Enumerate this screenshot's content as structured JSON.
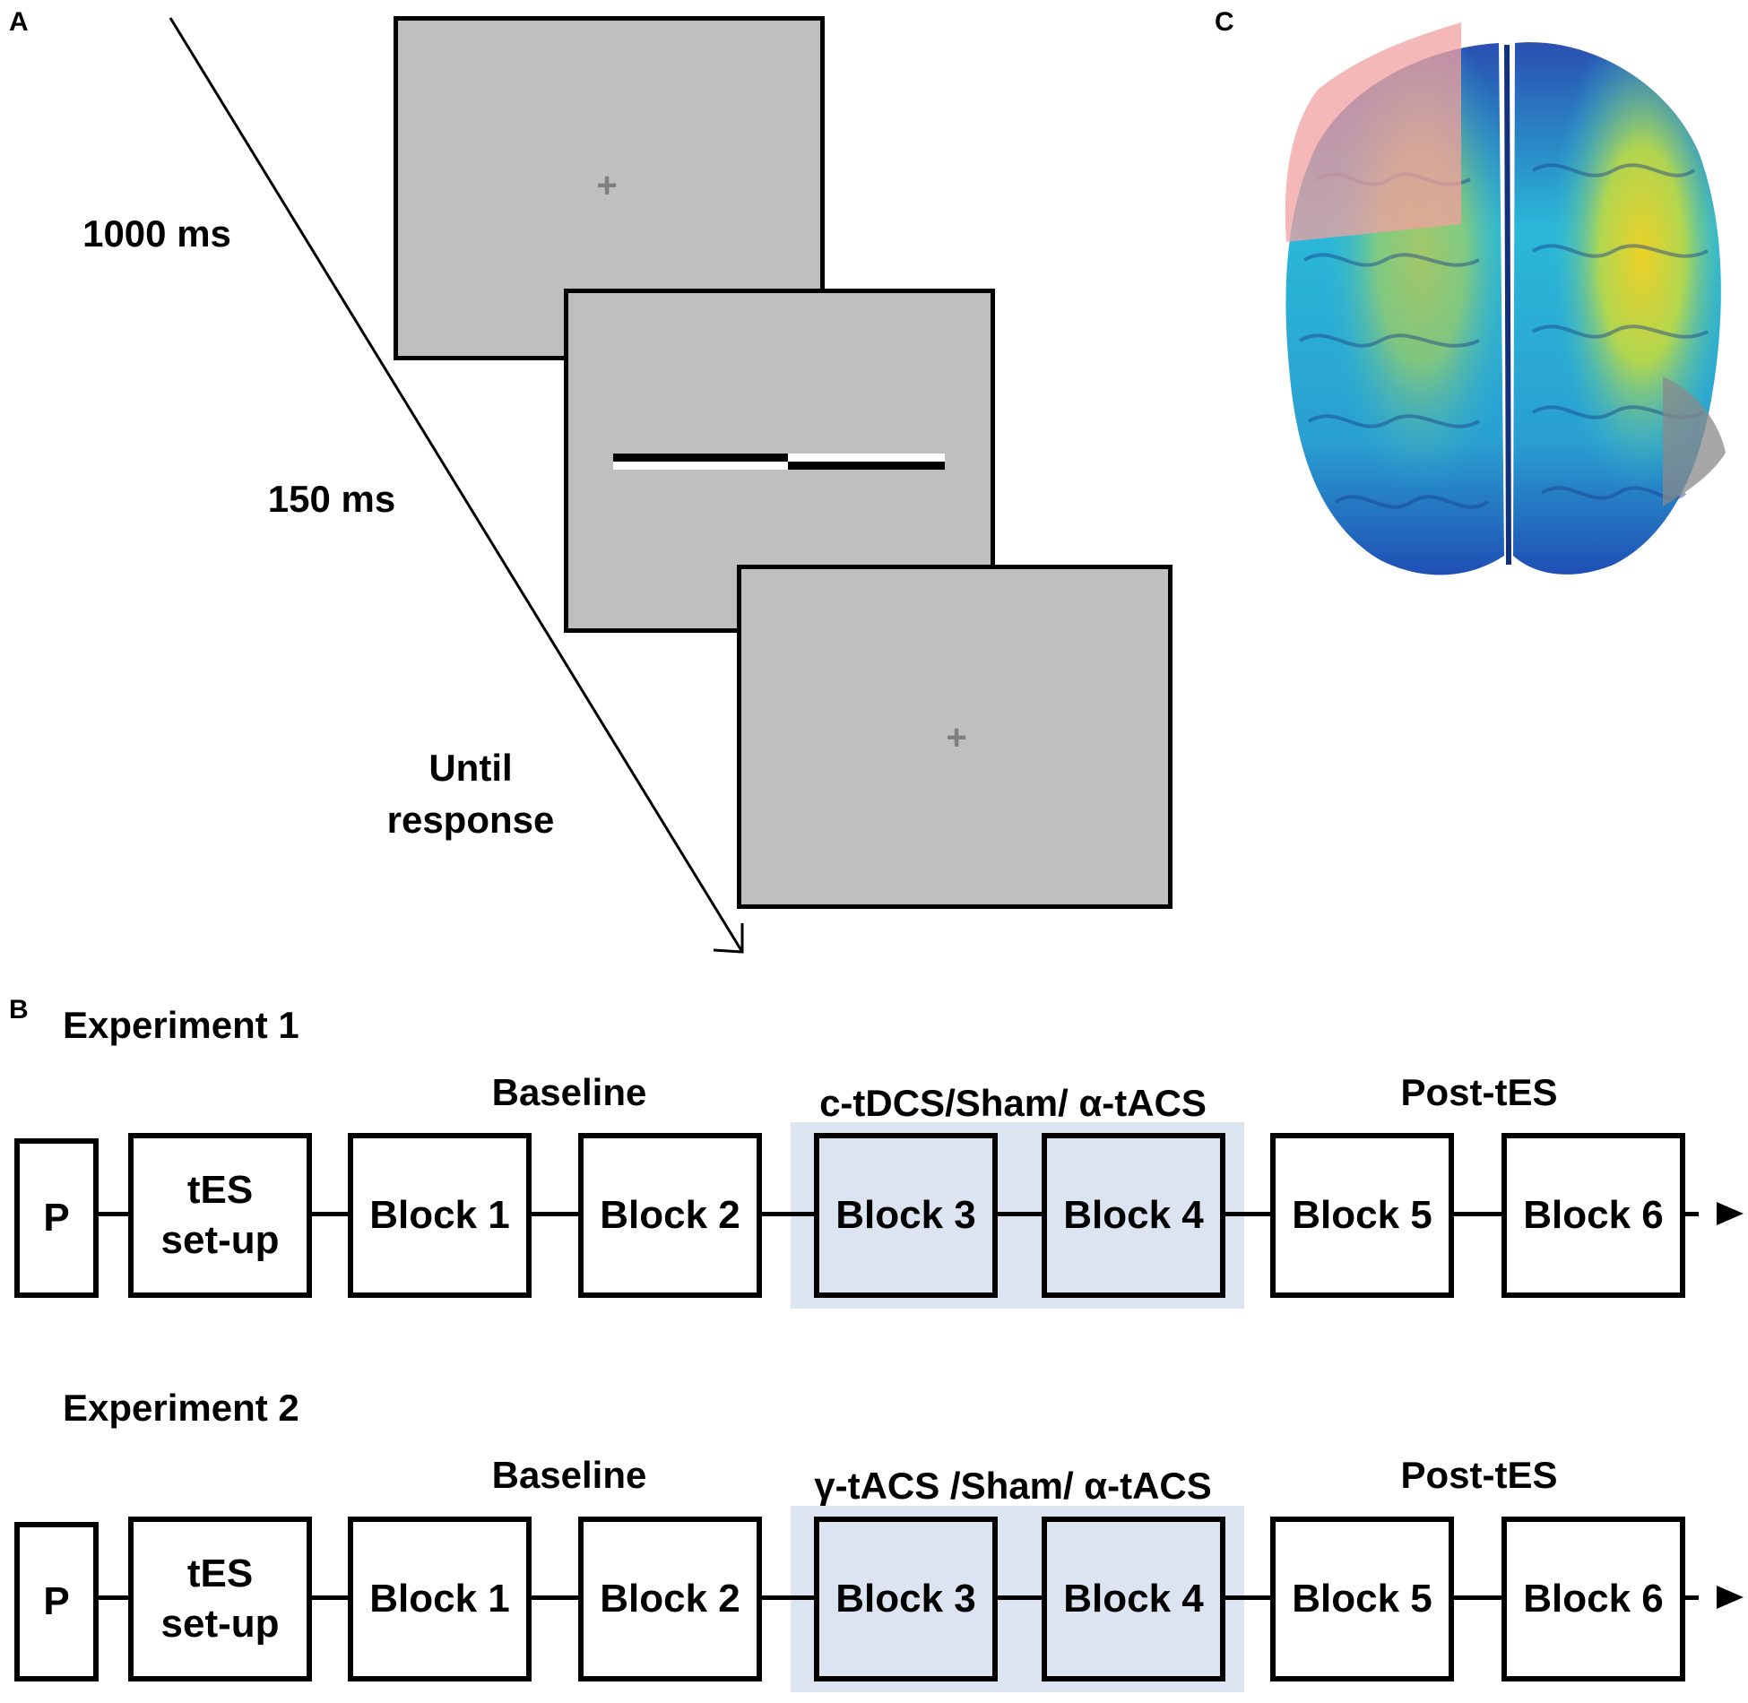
{
  "panel_labels": {
    "a": "A",
    "b": "B",
    "c": "C"
  },
  "trial": {
    "timings": [
      "1000 ms",
      "150 ms",
      "Until response"
    ],
    "fixation_symbol": "+"
  },
  "experiments": [
    {
      "title": "Experiment 1",
      "baseline_label": "Baseline",
      "stimulation_label": "c-tDCS/Sham/ α-tACS",
      "post_label": "Post-tES",
      "steps": [
        "P",
        "tES\nset-up",
        "Block 1",
        "Block 2",
        "Block 3",
        "Block 4",
        "Block 5",
        "Block 6"
      ]
    },
    {
      "title": "Experiment 2",
      "baseline_label": "Baseline",
      "stimulation_label": "γ-tACS /Sham/ α-tACS",
      "post_label": "Post-tES",
      "steps": [
        "P",
        "tES\nset-up",
        "Block 1",
        "Block 2",
        "Block 3",
        "Block 4",
        "Block 5",
        "Block 6"
      ]
    }
  ],
  "colors": {
    "screen": "#bfbfbf",
    "stimulation_band": "#dbe4f0",
    "brain_low": "#1f4fb4",
    "brain_mid": "#2ab8d8",
    "brain_high": "#f5d21e",
    "electrode_anode": "#f2a0a0",
    "electrode_cathode": "#8a8a8a"
  }
}
